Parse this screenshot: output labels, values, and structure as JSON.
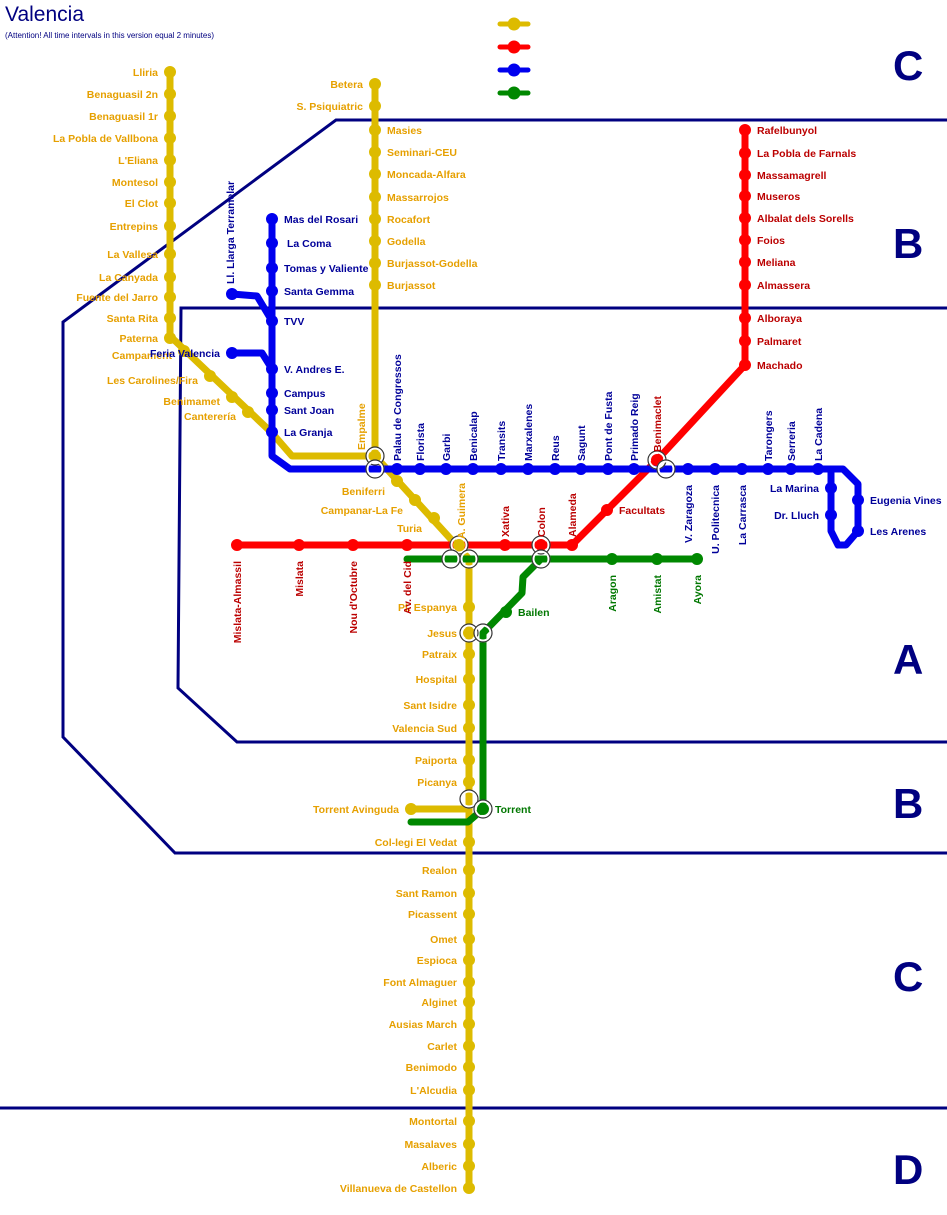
{
  "header": {
    "title": "Valencia",
    "note": "(Attention! All time intervals in this version equal 2 minutes)"
  },
  "colors": {
    "yellow": "#DDBB00",
    "yellow_text": "#E6A000",
    "red": "#FF0000",
    "red_text": "#BB0000",
    "blue": "#0000EE",
    "blue_text": "#000099",
    "green": "#008800",
    "green_text": "#007700",
    "zone": "#000080"
  },
  "legend": [
    {
      "line": "yellow",
      "icon": "yellow-line-swatch-icon"
    },
    {
      "line": "red",
      "icon": "red-line-swatch-icon"
    },
    {
      "line": "blue",
      "icon": "blue-line-swatch-icon"
    },
    {
      "line": "green",
      "icon": "green-line-swatch-icon"
    }
  ],
  "zones": {
    "c_top": "C",
    "b_top": "B",
    "a": "A",
    "b_bottom": "B",
    "c_bottom": "C",
    "d": "D"
  },
  "stations": {
    "yellow": [
      "Lliria",
      "Benaguasil 2n",
      "Benaguasil 1r",
      "La Pobla de Vallbona",
      "L'Eliana",
      "Montesol",
      "El Clot",
      "Entrepins",
      "La Vallesa",
      "La Canyada",
      "Fuente del Jarro",
      "Santa Rita",
      "Paterna",
      "Campament",
      "Les Carolines/Fira",
      "Benimamet",
      "Canterería",
      "Betera",
      "S. Psiquiatric",
      "Masies",
      "Seminari-CEU",
      "Moncada-Alfara",
      "Massarrojos",
      "Rocafort",
      "Godella",
      "Burjassot-Godella",
      "Burjassot",
      "Empalme",
      "Beniferri",
      "Campanar-La Fe",
      "Turia",
      "A. Guimera",
      "Pl. Espanya",
      "Jesus",
      "Patraix",
      "Hospital",
      "Sant Isidre",
      "Valencia Sud",
      "Paiporta",
      "Picanya",
      "Torrent Avinguda",
      "Col-legi El Vedat",
      "Realon",
      "Sant Ramon",
      "Picassent",
      "Omet",
      "Espioca",
      "Font Almaguer",
      "Alginet",
      "Ausias March",
      "Carlet",
      "Benimodo",
      "L'Alcudia",
      "Montortal",
      "Masalaves",
      "Alberic",
      "Villanueva de Castellon"
    ],
    "red": [
      "Rafelbunyol",
      "La Pobla de Farnals",
      "Massamagrell",
      "Museros",
      "Albalat dels Sorells",
      "Foios",
      "Meliana",
      "Almassera",
      "Alboraya",
      "Palmaret",
      "Machado",
      "Benimaclet",
      "Facultats",
      "Alameda",
      "Colon",
      "Xativa",
      "Mislata-Almassil",
      "Mislata",
      "Nou d'Octubre",
      "Av. del Cid"
    ],
    "blue": [
      "Mas del Rosari",
      "La Coma",
      "Tomas y Valiente",
      "Santa Gemma",
      "Ll. Llarga Terramelar",
      "TVV",
      "Feria Valencia",
      "V. Andres E.",
      "Campus",
      "Sant Joan",
      "La Granja",
      "Palau de Congressos",
      "Florista",
      "Garbi",
      "Benicalap",
      "Transits",
      "Marxalenes",
      "Reus",
      "Sagunt",
      "Pont de Fusta",
      "Primado Reig",
      "V. Zaragoza",
      "U. Politecnica",
      "La Carrasca",
      "Tarongers",
      "Serreria",
      "La Cadena",
      "La Marina",
      "Dr. Lluch",
      "Eugenia Vines",
      "Les Arenes"
    ],
    "green": [
      "Bailen",
      "Aragon",
      "Amistat",
      "Ayora",
      "Torrent"
    ]
  }
}
